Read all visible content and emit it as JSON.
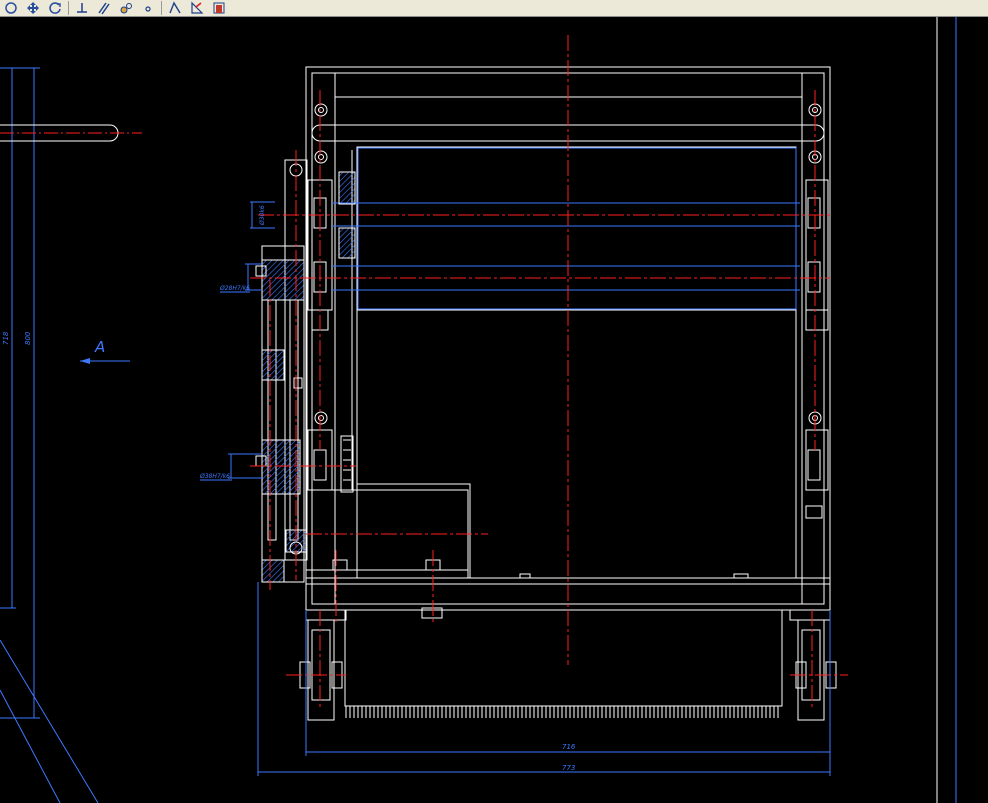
{
  "toolbar": {
    "tools": [
      {
        "name": "zoom-extents-icon"
      },
      {
        "name": "pan-icon"
      },
      {
        "name": "orbit-icon"
      },
      {
        "name": "perpendicular-icon"
      },
      {
        "name": "parallel-icon"
      },
      {
        "name": "node-snap-icon"
      },
      {
        "name": "center-snap-icon"
      },
      {
        "name": "polar-tracking-icon"
      },
      {
        "name": "angle-snap-icon"
      },
      {
        "name": "layer-color-icon"
      }
    ]
  },
  "drawing": {
    "section_label": "A",
    "dimensions": {
      "bottom_inner": "716",
      "bottom_outer": "773",
      "left_inner": "718",
      "left_outer": "800",
      "shaft_top": "Ø30k6",
      "shaft_mid": "Ø28H7/k6",
      "shaft_low": "Ø38H7/k6"
    },
    "colors": {
      "background": "#000000",
      "outline": "#ffffff",
      "centerline": "#ff2020",
      "dimension": "#3c78ff",
      "hatch": "#3c78ff"
    }
  }
}
